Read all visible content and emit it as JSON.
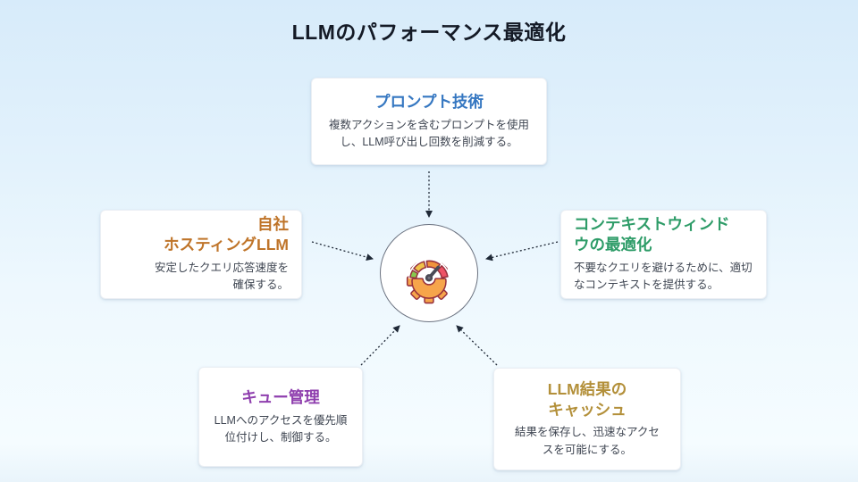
{
  "page": {
    "title": "LLMのパフォーマンス最適化"
  },
  "nodes": [
    {
      "id": "prompt-techniques",
      "title": "プロンプト技術",
      "body": "複数アクションを含むプロンプトを使用\nし、LLM呼び出し回数を削減する。",
      "accent": "#3577c1"
    },
    {
      "id": "self-hosted-llm",
      "title": "自社\nホスティングLLM",
      "body": "安定したクエリ応答速度を\n確保する。",
      "accent": "#bf7429"
    },
    {
      "id": "context-window-optimization",
      "title": "コンテキストウィンド\nウの最適化",
      "body": "不要なクエリを避けるために、適切\nなコンテキストを提供する。",
      "accent": "#2e9c68"
    },
    {
      "id": "queue-management",
      "title": "キュー管理",
      "body": "LLMへのアクセスを優先順\n位付けし、制御する。",
      "accent": "#8f3fae"
    },
    {
      "id": "llm-result-cache",
      "title": "LLM結果の\nキャッシュ",
      "body": "結果を保存し、迅速なアクセ\nスを可能にする。",
      "accent": "#b3903a"
    }
  ],
  "center": {
    "icon": "performance-gauge-gear-icon",
    "circle_border": "#6b7280",
    "gauge_colors": {
      "outline": "#96303d",
      "gear": "#f6a54b",
      "green": "#87c94f",
      "yellow": "#efc24a",
      "orange": "#f0943c",
      "red": "#ee5366",
      "needle": "#4a4a55",
      "needle_hub_center": "#71717e"
    }
  },
  "arrows": {
    "color": "#1f2937",
    "style": "dotted",
    "direction": "inward"
  }
}
